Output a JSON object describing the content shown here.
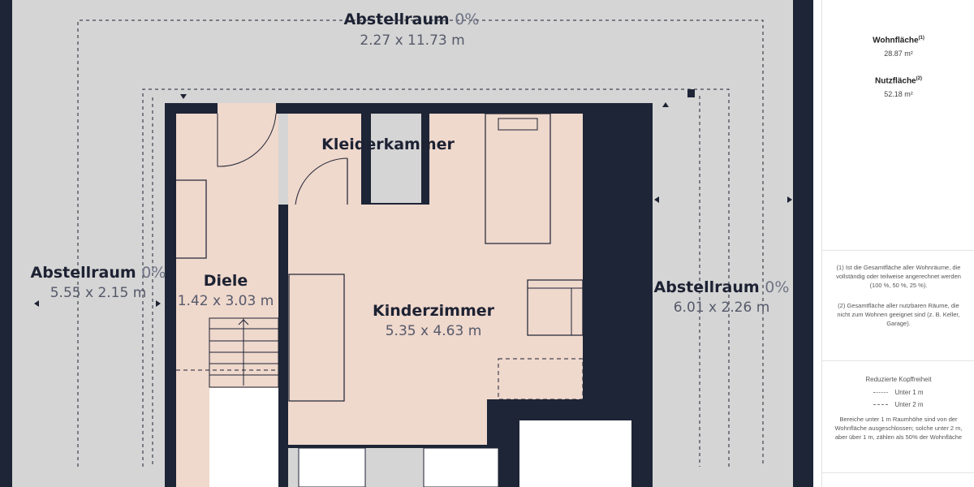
{
  "rooms": {
    "storage_top": {
      "name": "Abstellraum",
      "pct": "0%",
      "dims": "2.27 x 11.73 m"
    },
    "storage_left": {
      "name": "Abstellraum",
      "pct": "0%",
      "dims": "5.55 x 2.15 m"
    },
    "storage_right": {
      "name": "Abstellraum",
      "pct": "0%",
      "dims": "6.01 x 2.26 m"
    },
    "hall": {
      "name": "Diele",
      "dims": "1.42 x 3.03 m"
    },
    "closet": {
      "name": "Kleiderkammer"
    },
    "kids_room": {
      "name": "Kinderzimmer",
      "dims": "5.35 x 4.63 m"
    }
  },
  "sidebar": {
    "living_area": {
      "label": "Wohnfläche",
      "note_ref": "(1)",
      "value": "28.87 m²"
    },
    "usable_area": {
      "label": "Nutzfläche",
      "note_ref": "(2)",
      "value": "52.18 m²"
    },
    "footnote1": "(1) Ist die Gesamtfläche aller Wohnräume, die vollständig oder teilweise angerechnet werden (100 %, 50 %, 25 %).",
    "footnote2": "(2) Gesamtfläche aller nutzbaren Räume, die nicht zum Wohnen geeignet sind (z. B. Keller, Garage).",
    "legend_title": "Reduzierte Kopffreiheit",
    "legend_under1": "Unter 1 m",
    "legend_under2": "Unter 2 m",
    "legend_note": "Bereiche unter 1 m Raumhöhe sind von der Wohnfläche ausgeschlossen; solche unter 2 m, aber über 1 m, zählen als 50% der Wohnfläche"
  },
  "colors": {
    "wall": "#1d2536",
    "storage": "#d5d5d5",
    "room": "#efd8cc",
    "line": "#1d2233"
  }
}
